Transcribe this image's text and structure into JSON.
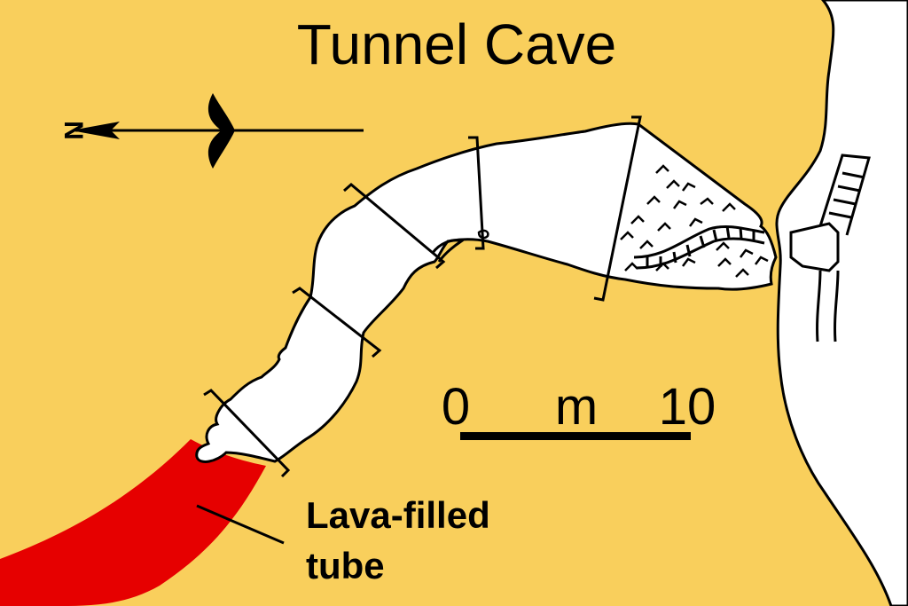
{
  "title": "Tunnel Cave",
  "north_arrow": {
    "letter": "N"
  },
  "scale_bar": {
    "start": "0",
    "unit": "m",
    "end": "10"
  },
  "annotation": {
    "line1": "Lava-filled",
    "line2": "tube"
  },
  "colors": {
    "rock": "#f9cf5c",
    "lava": "#e60000",
    "passage": "#ffffff",
    "outline": "#000000"
  }
}
